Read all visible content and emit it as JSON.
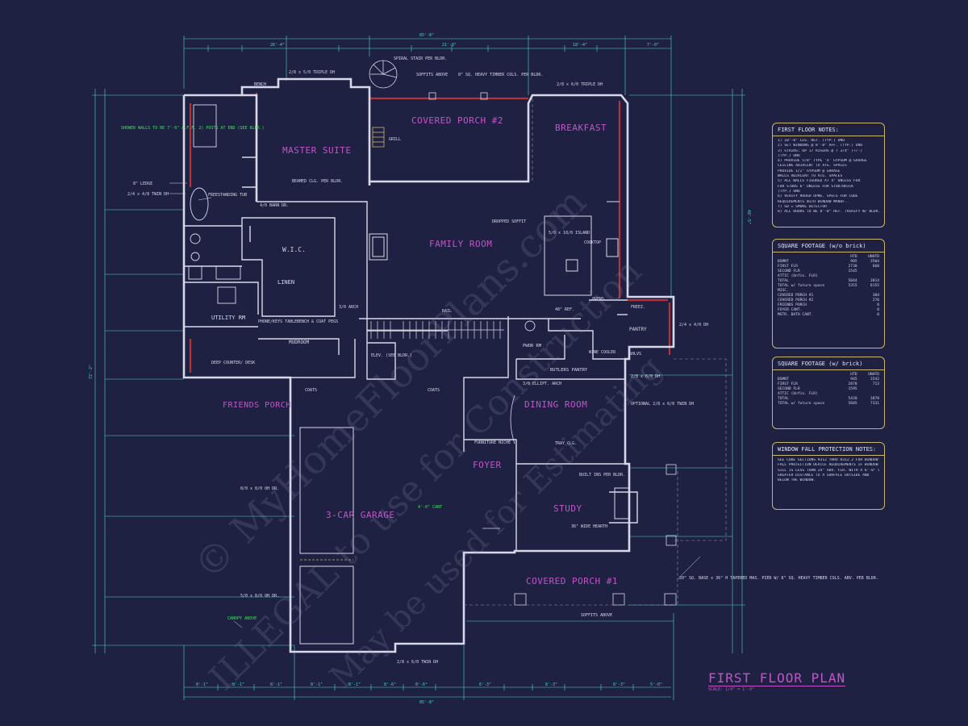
{
  "rooms": {
    "covered_porch_2": "COVERED PORCH #2",
    "breakfast": "BREAKFAST",
    "master_suite": "MASTER SUITE",
    "family_room": "FAMILY ROOM",
    "wic": "W.I.C.",
    "linen": "LINEN",
    "utility_rm": "UTILITY RM",
    "mudroom": "MUDROOM",
    "friends_porch": "FRIENDS PORCH",
    "garage": "3-CAR GARAGE",
    "dining_room": "DINING ROOM",
    "foyer": "FOYER",
    "study": "STUDY",
    "covered_porch_1": "COVERED PORCH #1",
    "pantry": "PANTRY",
    "butlers_pantry": "BUTLERS PANTRY",
    "powder_rm": "PWDR RM",
    "elev": "ELEV. (SEE BLDR.)"
  },
  "notes": {
    "triple_dh_top": "2/8 x 5/0 TRIPLE DH",
    "spiral_stair": "SPIRAL STAIR PER BLDR.",
    "soffits_above": "SOFFITS ABOVE",
    "heavy_timber": "8\" SQ. HEAVY TIMBER COLS. PER BLDR.",
    "triple_dh_right": "2/8 x 6/0 TRIPLE DH",
    "shower_walls": "SHOWER WALLS TO BE 7'-0\" A.F.F. 2) POSTS AT END (SEE BLDR.)",
    "bench": "BENCH",
    "ledge": "8\" LEDGE",
    "twin_dh": "2/4 x 4/8 TWIN DH",
    "freestanding_tub": "FREESTANDING TUB",
    "barn_dr": "4/0 BARN DR.",
    "beamed_clg": "BEAMED CLG. PER BLDR.",
    "dropped_soffit": "DROPPED SOFFIT",
    "island": "5/0 x 10/0 ISLAND",
    "cooktop": "COOKTOP",
    "ovens": "OVENS",
    "rail": "RAIL",
    "hearth": "48\" REF.",
    "arch": "3/0 ARCH",
    "phone_keys": "PHONE/KEYS TABLE",
    "bench_coat_pegs": "BENCH & COAT PEGS",
    "deep_counter": "DEEP COUNTER/ DESK",
    "coats": "COATS",
    "garage_door_1": "8/0 x 8/0 OH DR.",
    "garage_door_2": "5/0 x 8/0 OH DR.",
    "canopy": "CANOPY ABOVE",
    "twin_dh_bottom": "2/8 x 6/0 TWIN DH",
    "furniture_niche": "FURNITURE NICHE",
    "ellipt_arch": "3/0 ELLIPT. ARCH",
    "optional_twin": "OPTIONAL 2/8 x 6/0 TWIN DH",
    "tray_clg": "TRAY CLG.",
    "built_ins": "BUILT INS PER BLDR.",
    "study_hearth": "36\" WIDE HEARTH",
    "column_note": "20\" SQ. BASE x 36\" H TAPERED MAS. PIER W/ 8\" SQ. HEAVY TIMBER COLS. ABV. PER BLDR.",
    "freez": "FREEZ.",
    "wine_cooler": "WINE COOLER",
    "shlvs": "SHLVS",
    "four_cant": "4'-0\" CANT",
    "grill": "GRILL",
    "dh_tw": "2/4 x 4/0 DH",
    "dh_front": "2/8 x 6/0 DH",
    "porch_soffits": "SOFFITS ABOVE"
  },
  "dimensions": {
    "overall_top": "85'-8\"",
    "overall_bottom": "85'-8\"",
    "top_segments": [
      "26'-4\"",
      "21'-8\"",
      "18'-4\"",
      "7'-0\""
    ],
    "bottom_segments": [
      "8'-1\"",
      "8'-1\"",
      "8'-1\"",
      "8'-1\"",
      "8'-1\"",
      "8'-6\"",
      "8'-6\"",
      "6'-3\"",
      "8'-3\"",
      "8'-3\"",
      "5'-0\""
    ],
    "left_overall": "72'-2\"",
    "right_overall": "48'-5\""
  },
  "first_floor_notes": {
    "title": "FIRST FLOOR NOTES:",
    "items": [
      "1) 10'-0\" CLG. HGT. (TYP.) UNO",
      "2) SET WINDOWS @ 8'-0\" AFF. (TYP.) UNO",
      "3) STAIRS: UP 17 RISERS @ 7 3/4\" (+/-)",
      "   (TYP.) UNO",
      "4) PROVIDE 5/8\" TYPE 'X' GYPSUM @ GARAGE",
      "   CEILING ADJACENT TO ATG. SPACES",
      "   PROVIDE 1/2\" GYPSUM @ GARAGE",
      "   WALLS ADJACENT TO ATG. SPACES",
      "5) ALL WALLS FIGURED AT 4\" UNLESS FOR",
      "   FOR STUDS 6\" UNLESS FOR STUD/BRICK",
      "   (TYP.) UNO",
      "6) VERIFY ROUGH OPNG. SPECS FOR CODE",
      "   REQUIREMENTS WITH WINDOW MANUF.",
      "7) SD = SMOKE DETECTOR",
      "8) ALL DOORS TO BE 8'-0\" HGT. (VERIFY W/ BLDR.)"
    ]
  },
  "sqft_wo_brick": {
    "title": "SQUARE FOOTAGE (w/o brick)",
    "col1": "HTD",
    "col2": "UNHTD",
    "rows": [
      {
        "k": "BSMNT",
        "v1": "905",
        "v2": "3504"
      },
      {
        "k": "FIRST FLR",
        "v1": "2730",
        "v2": "660"
      },
      {
        "k": "SECOND FLR",
        "v1": "1545",
        "v2": ""
      },
      {
        "k": "ATTIC (Unfin. FLR)",
        "v1": "",
        "v2": ""
      },
      {
        "k": "TOTAL",
        "v1": "5044",
        "v2": "3814"
      },
      {
        "k": "TOTAL w/ future space",
        "v1": "5355",
        "v2": "8155"
      },
      {
        "k": "MISC.",
        "v1": "",
        "v2": ""
      },
      {
        "k": "COVERED PORCH #1",
        "v1": "",
        "v2": "304"
      },
      {
        "k": "COVERED PORCH #2",
        "v1": "",
        "v2": "270"
      },
      {
        "k": "FRIENDS PORCH",
        "v1": "",
        "v2": "0"
      },
      {
        "k": "FOYER CANT.",
        "v1": "",
        "v2": "0"
      },
      {
        "k": "MSTR. BATH CANT.",
        "v1": "",
        "v2": "0"
      }
    ]
  },
  "sqft_w_brick": {
    "title": "SQUARE FOOTAGE (w/ brick)",
    "col1": "HTD",
    "col2": "UNHTD",
    "rows": [
      {
        "k": "BSMNT",
        "v1": "945",
        "v2": "3542"
      },
      {
        "k": "FIRST FLR",
        "v1": "2878",
        "v2": "713"
      },
      {
        "k": "SECOND FLR",
        "v1": "1595",
        "v2": ""
      },
      {
        "k": "ATTIC (Unfin. FLR)",
        "v1": "",
        "v2": ""
      },
      {
        "k": "TOTAL",
        "v1": "5420",
        "v2": "3878"
      },
      {
        "k": "TOTAL w/ future space",
        "v1": "5605",
        "v2": "7331"
      }
    ]
  },
  "window_fall": {
    "title": "WINDOW FALL PROTECTION NOTES:",
    "items": [
      "SEE CODE SECTIONS R312 THRU R312.2 FOR WINDOW",
      "FALL PROTECTION DEVICE REQUIREMENTS IF WINDOW",
      "SILL IS LESS THAN 24\" ABV. FLR. WITH A 6'-0\" OR",
      "GREATER DISTANCE TO A SURFACE OUTSIDE AND",
      "BELOW THE WINDOW."
    ]
  },
  "plan_title": "FIRST FLOOR PLAN",
  "plan_scale": "SCALE: 1/4\" = 1'-0\"",
  "watermark": {
    "line1": "© MyHomeFloorPlans.com",
    "line2": "ILLEGAL to use for Construction",
    "line3": "May be used for Estimating"
  },
  "colors": {
    "background": "#1f2142",
    "wall": "#d7d9e8",
    "room_label": "#c254c8",
    "dimension": "#4ad9c4",
    "green_note": "#3ee05a",
    "panel_border": "#c9b66a",
    "brick_hatch": "#b8323a"
  }
}
